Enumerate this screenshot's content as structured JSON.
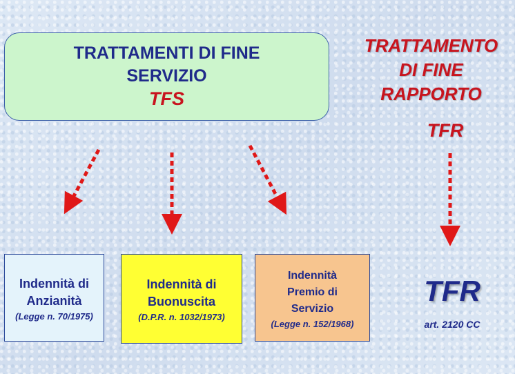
{
  "tfs": {
    "line1": "TRATTAMENTI DI FINE",
    "line2": "SERVIZIO",
    "abbr": "TFS"
  },
  "tfr_heading": {
    "line1": "TRATTAMENTO",
    "line2": "DI FINE",
    "line3": "RAPPORTO",
    "abbr": "TFR"
  },
  "boxes": [
    {
      "line1": "Indennità di",
      "line2": "Anzianità",
      "law": "(Legge n. 70/1975)"
    },
    {
      "line1": "Indennità di",
      "line2": "Buonuscita",
      "law": "(D.P.R.  n. 1032/1973)"
    },
    {
      "line1": "Indennità",
      "line2": "Premio di",
      "line3": "Servizio",
      "law": "(Legge n. 152/1968)"
    }
  ],
  "tfr_result": {
    "label": "TFR",
    "article": "art. 2120 CC"
  },
  "colors": {
    "red": "#c8141e",
    "navy": "#1f2a8a",
    "green_box": "#ccf5cc",
    "yellow_box": "#ffff33",
    "orange_box": "#f7c58f",
    "light_box": "#e4f3fb"
  }
}
